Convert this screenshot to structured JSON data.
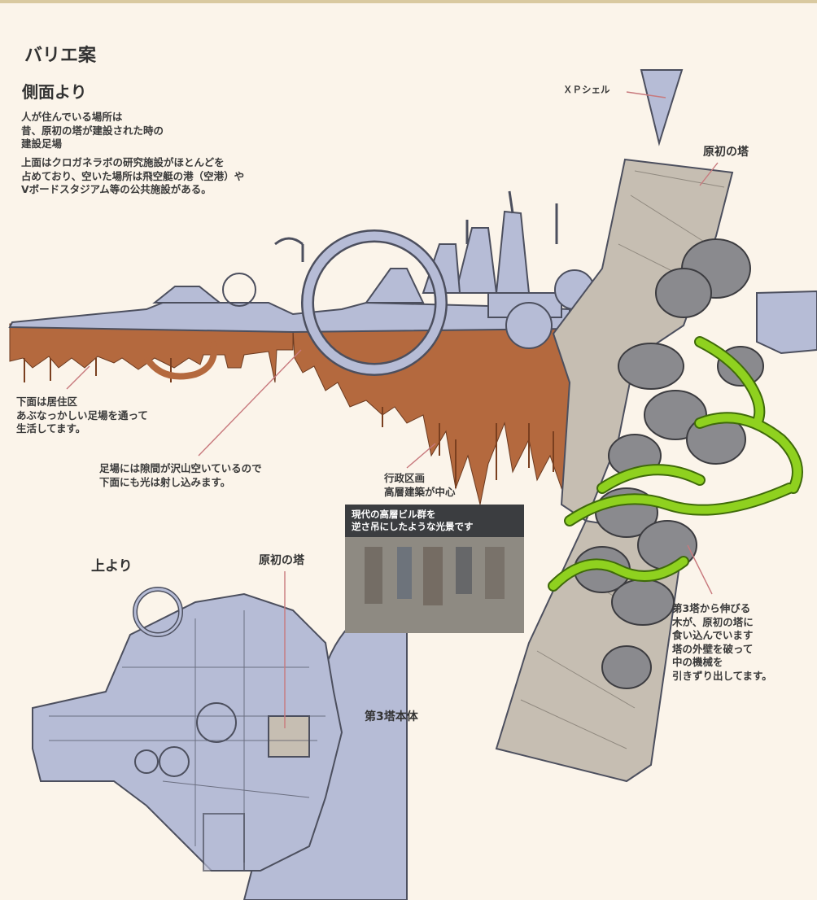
{
  "heading": "バリエ案",
  "side_view": {
    "heading": "側面より",
    "note_1": "人が住んでいる場所は\n昔、原初の塔が建設された時の\n建設足場",
    "note_2": "上面はクロガネラボの研究施設がほとんどを\n占めており、空いた場所は飛空艇の港（空港）や\nVボードスタジアム等の公共施設がある。",
    "lower_note": "下面は居住区\nあぶなっかしい足場を通って\n生活してます。",
    "gap_note": "足場には隙間が沢山空いているので\n下面にも光は射し込みます。",
    "admin_note": "行政区画\n高層建築が中心",
    "xp_shell_label": "ＸＰシェル",
    "primordial_tower_label": "原初の塔"
  },
  "photo": {
    "caption": "現代の高層ビル群を\n逆さ吊にしたような光景です"
  },
  "top_view": {
    "heading": "上より",
    "primordial_tower_label": "原初の塔",
    "third_tower_label": "第3塔本体"
  },
  "tree_note": "第3塔から伸びる\n木が、原初の塔に\n食い込んでいます\n塔の外壁を破って\n中の機械を\n引きずり出してます。",
  "colors": {
    "background": "#fbf4ea",
    "structure": "#b6bcd6",
    "outline": "#4c4f5e",
    "residential": "#b4693e",
    "tower": "#c6beb2",
    "tree": "#8fd11f",
    "machinery": "#8a8a8e",
    "leader_line": "#c8797d"
  }
}
